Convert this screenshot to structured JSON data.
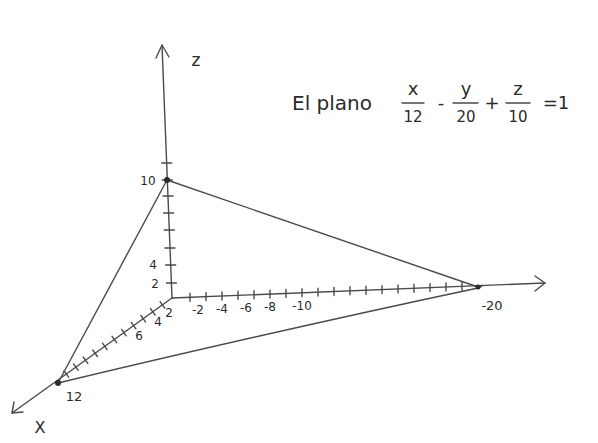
{
  "diagram": {
    "title": "El plano",
    "labels": [
      "z",
      "10",
      "4",
      "2",
      "2",
      "-2",
      "-4",
      "-6",
      "-8",
      "-10",
      "-20",
      "4",
      "6",
      "12",
      "X",
      "x",
      "12",
      "-",
      "y",
      "20",
      "+",
      "z",
      "10",
      "=1"
    ]
  }
}
